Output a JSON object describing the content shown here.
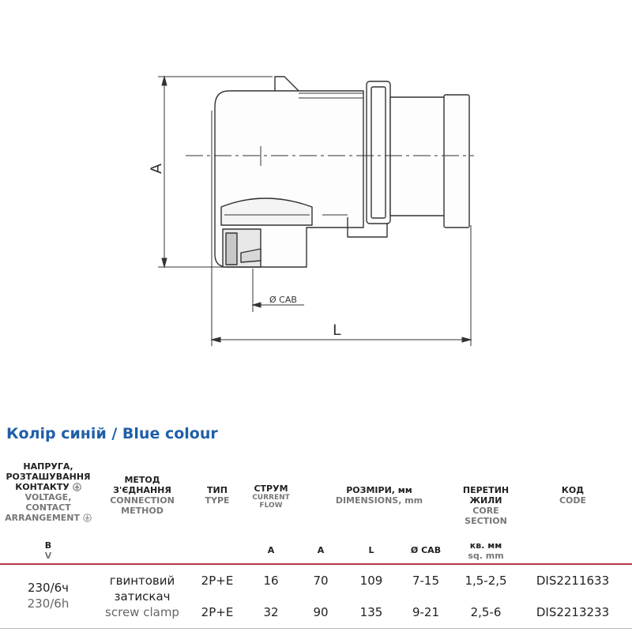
{
  "drawing": {
    "dim_a_label": "A",
    "dim_l_label": "L",
    "dim_cab_label": "Ø CAB",
    "line_color": "#333333"
  },
  "section_title": "Колір синій / Blue colour",
  "accent_color": "#1f5fa8",
  "separator_color": "#b8394a",
  "columns": {
    "voltage": {
      "ua_1": "НАПРУГА,",
      "ua_2": "РОЗТАШУВАННЯ",
      "ua_3": "КОНТАКТУ",
      "en_1": "VOLTAGE,",
      "en_2": "CONTACT",
      "en_3": "ARRANGEMENT",
      "unit_ua": "В",
      "unit_en": "V"
    },
    "method": {
      "ua_1": "МЕТОД",
      "ua_2": "З'ЄДНАННЯ",
      "en_1": "CONNECTION",
      "en_2": "METHOD"
    },
    "type": {
      "ua": "ТИП",
      "en": "TYPE"
    },
    "current": {
      "ua": "СТРУМ",
      "en_1": "CURRENT",
      "en_2": "FLOW",
      "unit": "A"
    },
    "dimensions": {
      "ua": "РОЗМІРИ, мм",
      "en": "DIMENSIONS, mm",
      "sub_a": "A",
      "sub_l": "L",
      "sub_cab": "Ø CAB"
    },
    "core": {
      "ua_1": "ПЕРЕТИН",
      "ua_2": "ЖИЛИ",
      "en_1": "CORE",
      "en_2": "SECTION",
      "unit_ua": "кв. мм",
      "unit_en": "sq. mm"
    },
    "code": {
      "ua": "КОД",
      "en": "CODE"
    }
  },
  "shared": {
    "voltage_ua": "230/6ч",
    "voltage_en": "230/6h",
    "method_ua_1": "гвинтовий",
    "method_ua_2": "затискач",
    "method_en": "screw clamp"
  },
  "rows": [
    {
      "type": "2P+E",
      "current": "16",
      "a": "70",
      "l": "109",
      "cab": "7-15",
      "core": "1,5-2,5",
      "code": "DIS2211633"
    },
    {
      "type": "2P+E",
      "current": "32",
      "a": "90",
      "l": "135",
      "cab": "9-21",
      "core": "2,5-6",
      "code": "DIS2213233"
    }
  ]
}
